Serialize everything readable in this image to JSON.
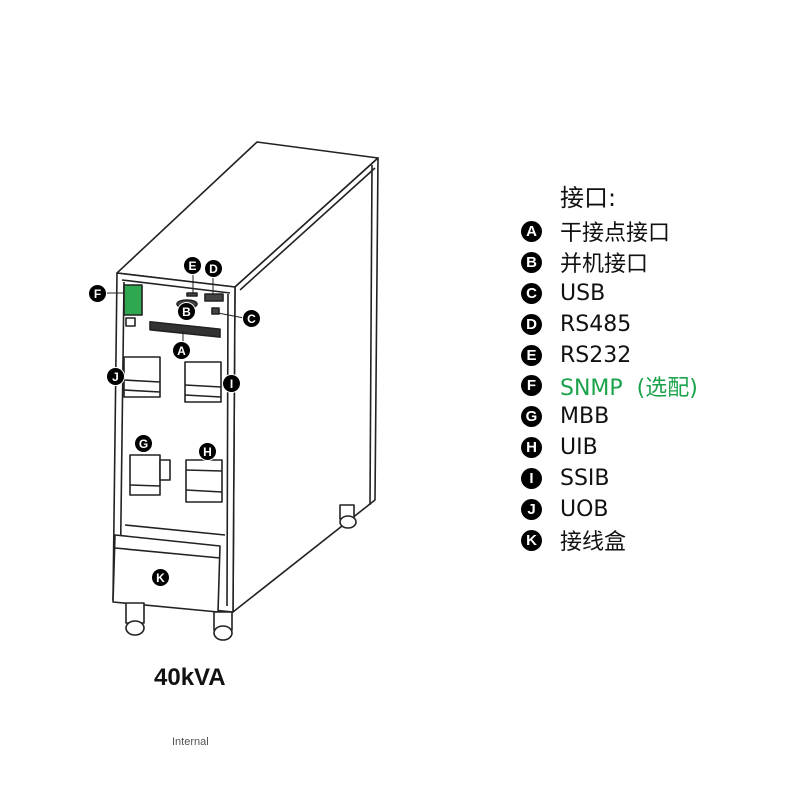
{
  "legend": {
    "title": "接口:",
    "items": [
      {
        "key": "A",
        "label": "干接点接口"
      },
      {
        "key": "B",
        "label": "并机接口"
      },
      {
        "key": "C",
        "label": "USB"
      },
      {
        "key": "D",
        "label": "RS485"
      },
      {
        "key": "E",
        "label": "RS232"
      },
      {
        "key": "F",
        "label": "SNMP  (选配)",
        "color": "#1aa34a"
      },
      {
        "key": "G",
        "label": "MBB"
      },
      {
        "key": "H",
        "label": "UIB"
      },
      {
        "key": "I",
        "label": "SSIB"
      },
      {
        "key": "J",
        "label": "UOB"
      },
      {
        "key": "K",
        "label": "接线盒"
      }
    ]
  },
  "model": "40kVA",
  "footer": "Internal",
  "colors": {
    "snmp_module": "#2fa84f",
    "highlight": "#1aa34a"
  }
}
